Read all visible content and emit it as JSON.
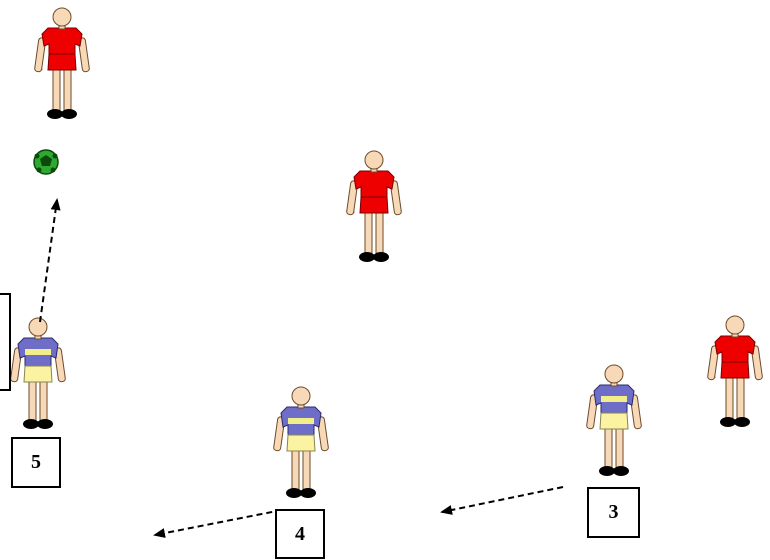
{
  "diagram": {
    "colors": {
      "red_team_shirt": "#ee0000",
      "blue_team_shirt": "#6e6ec8",
      "blue_team_stripe": "#f2ee8a",
      "blue_team_shorts": "#fbf3a2",
      "skin": "#f7d9b8",
      "shoes": "#000000",
      "ball": "#2fa82f",
      "arrow": "#000000"
    },
    "players": [
      {
        "team": "red",
        "id": "red-1"
      },
      {
        "team": "red",
        "id": "red-2"
      },
      {
        "team": "red",
        "id": "red-3"
      },
      {
        "team": "blue",
        "id": "blue-5"
      },
      {
        "team": "blue",
        "id": "blue-4"
      },
      {
        "team": "blue",
        "id": "blue-3"
      }
    ],
    "labels": {
      "box_5": "5",
      "box_4": "4",
      "box_3": "3"
    },
    "icons": {
      "ball": "soccer-ball-icon",
      "arrow": "dashed-arrow-icon"
    }
  }
}
